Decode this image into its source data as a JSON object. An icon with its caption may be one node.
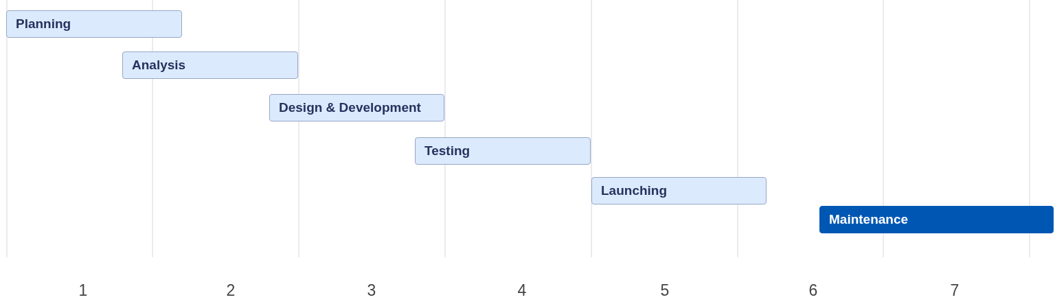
{
  "diagram": {
    "nodes": [
      {
        "text": [
          "Planning"
        ]
      },
      {
        "text": [
          "Analysis"
        ]
      },
      {
        "text": [
          "Design & Development"
        ]
      },
      {
        "text": [
          "Testing"
        ]
      },
      {
        "text": [
          "Launching"
        ]
      },
      {
        "text": [
          "Maintenance"
        ]
      }
    ],
    "labels": [
      "1",
      "2",
      "3",
      "4",
      "5",
      "6",
      "7"
    ]
  }
}
